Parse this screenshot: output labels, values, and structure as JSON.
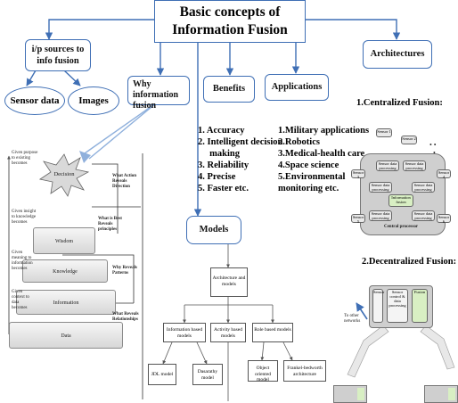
{
  "title": {
    "line1": "Basic concepts of",
    "line2": "Information Fusion"
  },
  "nodes": {
    "ip_sources": "i/p sources to info fusion",
    "sensor_data": "Sensor data",
    "images": "Images",
    "why_fusion": "Why information fusion",
    "benefits": "Benefits",
    "applications": "Applications",
    "architectures": "Architectures",
    "models": "Models"
  },
  "benefits_list": [
    "1.  Accuracy",
    "2.  Intelligent decision",
    "     making",
    "3.  Reliability",
    "4.  Precise",
    "5.  Faster etc."
  ],
  "applications_list": [
    "1.Military applications",
    "2.Robotics",
    "3.Medical-health care",
    "4.Space science",
    "5.Environmental",
    "monitoring etc."
  ],
  "architectures": {
    "centralized": "1.Centralized Fusion:",
    "decentralized": "2.Decentralized Fusion:"
  },
  "pyramid": {
    "layers": [
      "Decision",
      "Wisdom",
      "Knowledge",
      "Information",
      "Data"
    ],
    "left_notes": [
      "Given purpose to existing becomes",
      "Given insight to knowledge becomes",
      "Given meaning to information becomes",
      "Given context to data becomes"
    ],
    "right_notes": [
      "What Action Reveals Direction",
      "What is Best Reveals principles",
      "Why Reveals Patterns",
      "What Reveals Relationships"
    ]
  },
  "model_tree": {
    "root": "Architecture and models",
    "children": [
      "Information based models",
      "Activity based models",
      "Role based models"
    ],
    "leaves": [
      "JDL model",
      "Dasarathy model",
      "Object oriented model",
      "Frankel-bedworth architecture"
    ]
  },
  "centralized_diagram": {
    "sensors": [
      "Sensor 1",
      "Sensor 2",
      "Sensor 3",
      "Sensor 4",
      "Sensor 5",
      "Sensor 6"
    ],
    "processing": "Sensor data processing",
    "fusion": "Information fusion",
    "central": "Central processor"
  },
  "decentralized_diagram": {
    "sensor": "Sensor",
    "processing": "Sensor control & data processing",
    "fusion": "Fusion",
    "other_label": "To other networks"
  }
}
